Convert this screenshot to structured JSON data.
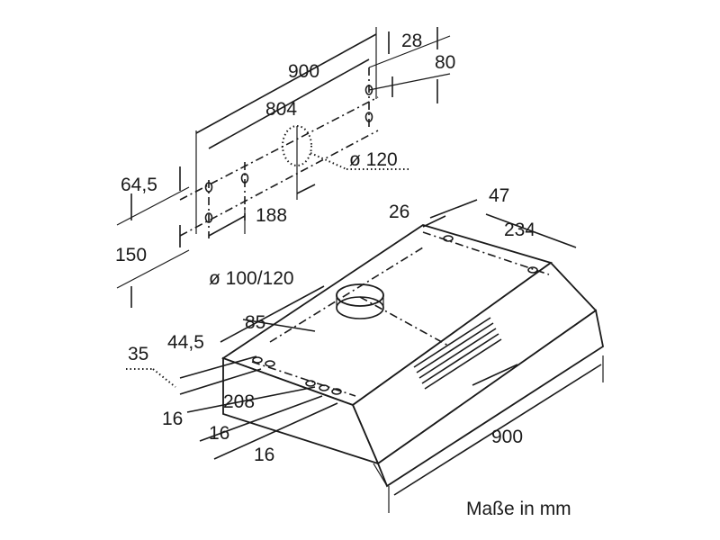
{
  "dimensions": {
    "top_900": "900",
    "top_804": "804",
    "top_28": "28",
    "top_80": "80",
    "left_64_5": "64,5",
    "left_150": "150",
    "mid_188": "188",
    "dia_120": "ø 120",
    "r_26": "26",
    "r_47": "47",
    "r_234": "234",
    "dia_100_120": "ø 100/120",
    "l_85": "85",
    "l_44_5": "44,5",
    "l_35": "35",
    "l_208": "208",
    "l_16a": "16",
    "l_16b": "16",
    "l_16c": "16",
    "bottom_900": "900"
  },
  "caption": "Maße in mm"
}
